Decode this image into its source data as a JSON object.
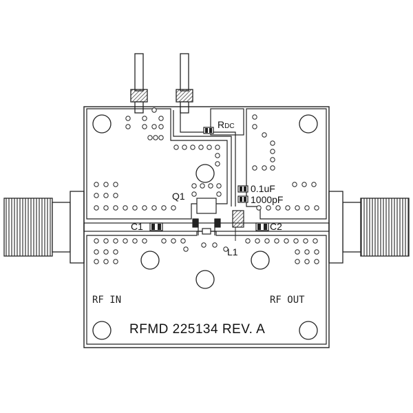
{
  "board": {
    "title": "RFMD 225134 REV. A",
    "port_in": "RF IN",
    "port_out": "RF OUT"
  },
  "components": {
    "rdc_main": "R",
    "rdc_sub": "DC",
    "q1": "Q1",
    "c1": "C1",
    "c2": "C2",
    "l1": "L1",
    "cap_a": "0.1uF",
    "cap_b": "1000pF"
  },
  "colors": {
    "line": "#222222",
    "pad": "#333333",
    "hatch": "#555555",
    "background": "#ffffff"
  }
}
